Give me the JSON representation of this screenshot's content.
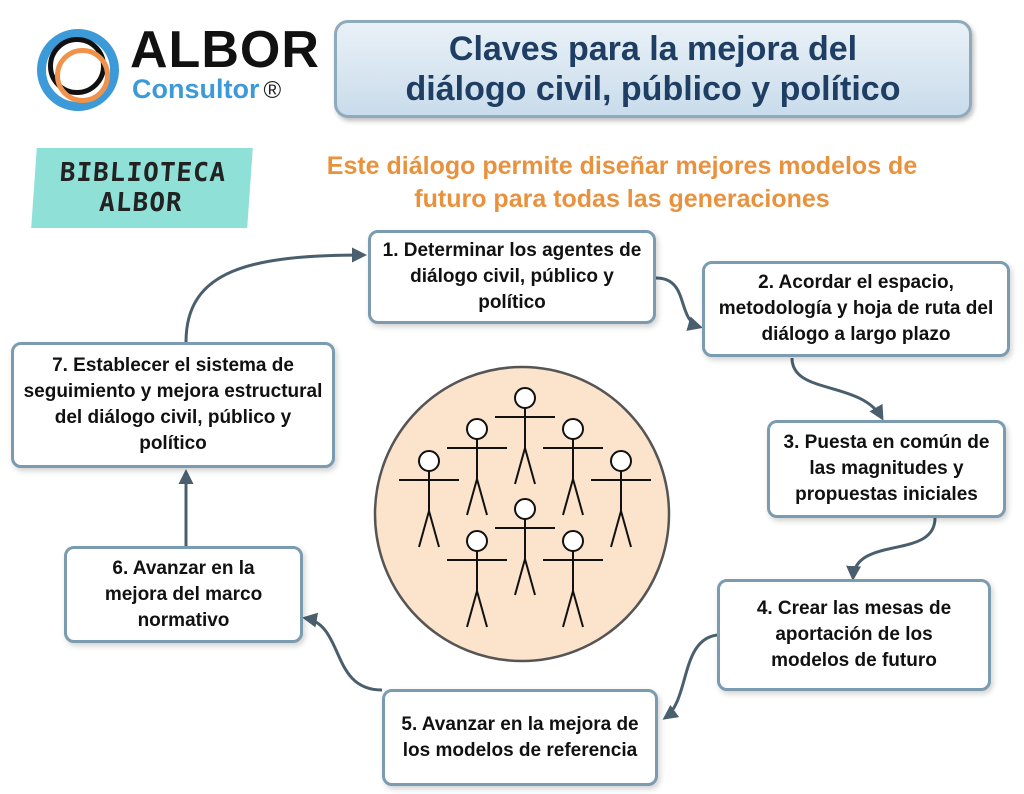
{
  "logo": {
    "brand": "ALBOR",
    "tagline": "Consultor",
    "registered": "®"
  },
  "title": {
    "line1": "Claves para la mejora del",
    "line2": "diálogo civil, público y político"
  },
  "library_badge": {
    "line1": "BIBLIOTECA",
    "line2": "ALBOR"
  },
  "subtitle": {
    "line1": "Este diálogo permite diseñar mejores modelos de",
    "line2": "futuro para todas las generaciones"
  },
  "steps": [
    {
      "text": "1. Determinar los agentes de diálogo civil, público y político"
    },
    {
      "text": "2. Acordar el espacio, metodología y hoja de ruta del diálogo a largo plazo"
    },
    {
      "text": "3. Puesta en común de las magnitudes y propuestas iniciales"
    },
    {
      "text": "4. Crear las mesas de aportación de los modelos de futuro"
    },
    {
      "text": "5. Avanzar en la mejora de los modelos de referencia"
    },
    {
      "text": "6. Avanzar en la mejora del marco normativo"
    },
    {
      "text": "7. Establecer el sistema de seguimiento y mejora estructural del diálogo civil, público y político"
    }
  ],
  "colors": {
    "title_text": "#1f3e63",
    "subtitle": "#e8923e",
    "arrow": "#4a5f6e",
    "circle_fill": "#fbe3cc",
    "badge": "#8fe0d6"
  }
}
